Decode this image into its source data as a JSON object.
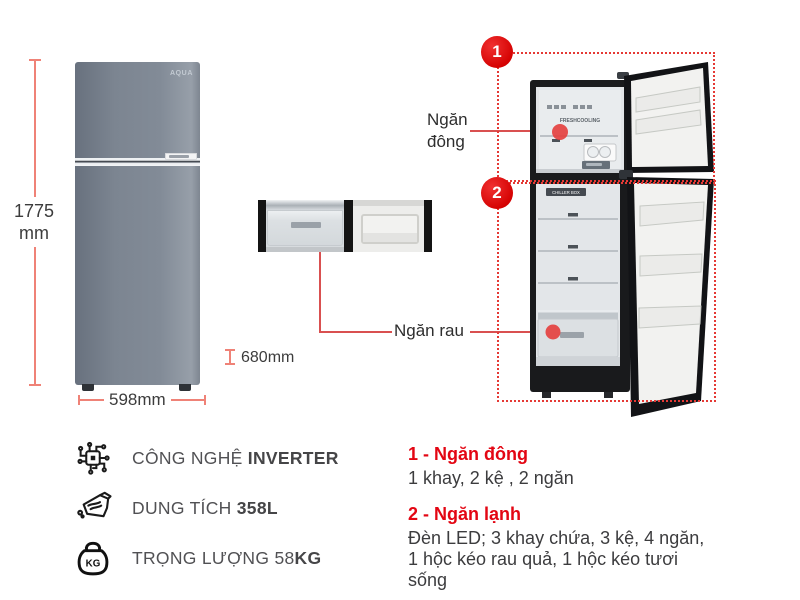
{
  "brand": "AQUA",
  "dimensions": {
    "height_value": "1775",
    "height_unit": "mm",
    "width": "598mm",
    "depth": "680mm"
  },
  "callouts": {
    "freezer_label_line1": "Ngăn",
    "freezer_label_line2": "đông",
    "veg_drawer_label": "Ngăn rau",
    "marker_1": "1",
    "marker_2": "2"
  },
  "interior_labels": {
    "fresh_cooling": "FRESHCOOLING",
    "chiller_box": "CHILLER BOX"
  },
  "specs": [
    {
      "icon": "inverter-chip-icon",
      "text": "CÔNG NGHỆ ",
      "bold": "INVERTER"
    },
    {
      "icon": "capacity-jug-icon",
      "text": "DUNG TÍCH ",
      "bold": "358L"
    },
    {
      "icon": "weight-kg-icon",
      "text": "TRỌNG LƯỢNG 58",
      "bold": "KG"
    }
  ],
  "weight_icon_label": "KG",
  "details": [
    {
      "title": "1 - Ngăn đông",
      "line1": "1 khay, 2 kệ , 2 ngăn",
      "line2": "",
      "line3": ""
    },
    {
      "title": "2 - Ngăn lạnh",
      "line1": "Đèn LED; 3 khay chứa, 3 kệ, 4 ngăn,",
      "line2": "1 hộc kéo rau quả, 1 hộc kéo tươi",
      "line3": "sống"
    }
  ],
  "colors": {
    "accent_red": "#e60000",
    "zone_outline_red": "#e53935",
    "dimension_salmon": "#ef8277",
    "title_red": "#e30613"
  }
}
